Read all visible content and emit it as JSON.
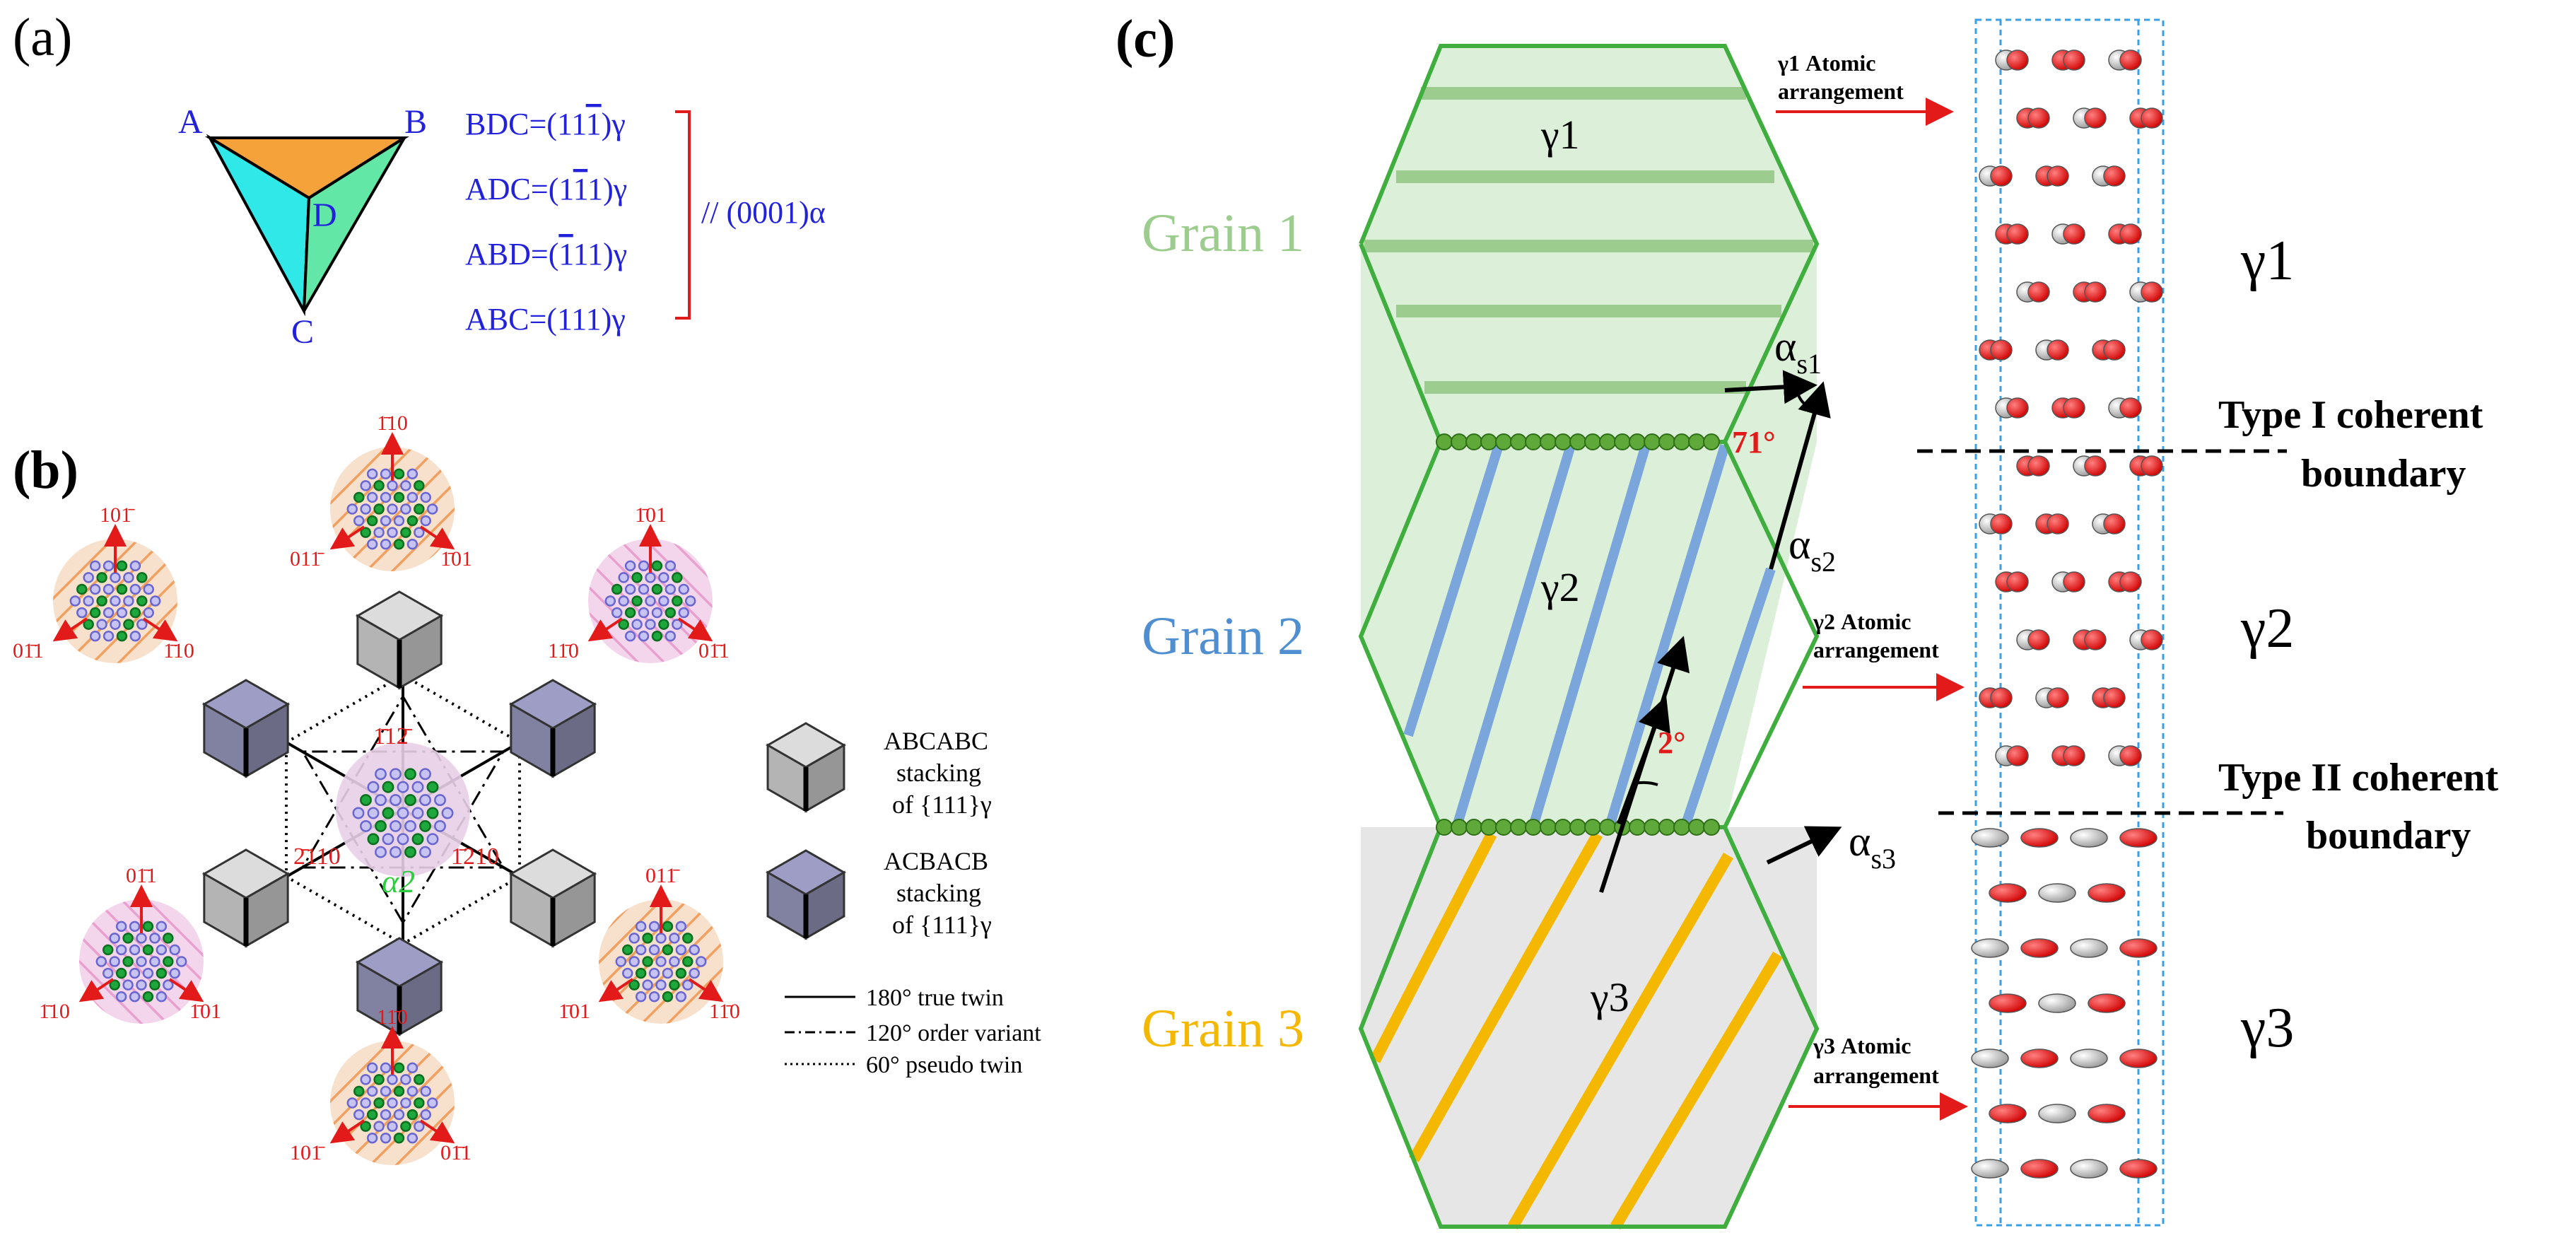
{
  "panel_a": {
    "label": "(a)",
    "vertex_a": "A",
    "vertex_b": "B",
    "vertex_c": "C",
    "vertex_d": "D",
    "planes": [
      {
        "pre": "BDC=(11",
        "bar": "1",
        "post": ")γ"
      },
      {
        "pre": "ADC=(1",
        "bar": "1",
        "post": "1)γ"
      },
      {
        "pre": "ABD=(",
        "bar": "1",
        "post": "11)γ"
      },
      {
        "pre": "ABC=(111)γ",
        "bar": "",
        "post": ""
      }
    ],
    "parallel": "// (0001)α"
  },
  "panel_b": {
    "label": "(b)",
    "circle_labels": {
      "top": {
        "dir": "1̄10",
        "l": "011̄",
        "r": "1̄01"
      },
      "upleft": {
        "dir": "101̄",
        "l": "01̄1",
        "r": "1̄10"
      },
      "upright": {
        "dir": "1̄01",
        "l": "11̄0",
        "r": "01̄1"
      },
      "downleft": {
        "dir": "01̄1",
        "l": "1̄10",
        "r": "1̄01"
      },
      "downright": {
        "dir": "011̄",
        "l": "1̄01",
        "r": "11̄0"
      },
      "bottom": {
        "dir": "11̄0",
        "l": "101̄",
        "r": "01̄1"
      }
    },
    "center_labels": {
      "top": "1̄12̄",
      "left": "2̄110",
      "right": "1̄210",
      "alpha": "α2"
    },
    "legend": {
      "abc": [
        "ABCABC",
        "stacking",
        "of {111}γ"
      ],
      "acb": [
        "ACBACB",
        "stacking",
        "of {111}γ"
      ],
      "lines": [
        "180° true twin",
        "120° order variant",
        "60° pseudo twin"
      ]
    }
  },
  "panel_c": {
    "label": "(c)",
    "grain1": "Grain 1",
    "grain2": "Grain 2",
    "grain3": "Grain 3",
    "g1": "γ1",
    "g2": "γ2",
    "g3": "γ3",
    "as1": "αs1",
    "as2": "αs2",
    "as3": "αs3",
    "angle71": "71°",
    "angle2": "2°",
    "arr1": [
      "γ1 Atomic",
      "arrangement"
    ],
    "arr2": [
      "γ2 Atomic",
      "arrangement"
    ],
    "arr3": [
      "γ3 Atomic",
      "arrangement"
    ],
    "right_g1": "γ1",
    "right_g2": "γ2",
    "right_g3": "γ3",
    "type1": [
      "Type I coherent",
      "boundary"
    ],
    "type2": [
      "Type II  coherent",
      "boundary"
    ]
  },
  "colors": {
    "blue_text": "#2222dd",
    "red": "#e21a1a",
    "green_grain": "#9ccd8f",
    "blue_grain": "#4f8ed0",
    "yellow_grain": "#f5b800",
    "hex_fill_green": "#dcefd8",
    "hex_fill_gray": "#e6e6e6",
    "hex_stroke": "#3fae3f",
    "cube_gray": "#c8c8c8",
    "cube_purple": "#8f8fb3"
  }
}
